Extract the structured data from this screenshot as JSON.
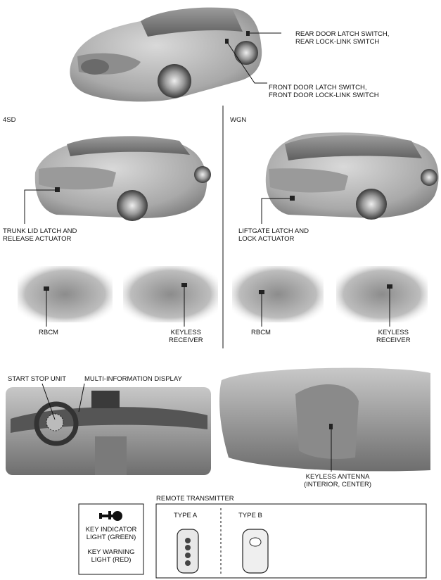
{
  "labels": {
    "rear_door": [
      "REAR DOOR LATCH SWITCH,",
      "REAR LOCK-LINK SWITCH"
    ],
    "front_door": [
      "FRONT DOOR LATCH SWITCH,",
      "FRONT DOOR LOCK-LINK SWITCH"
    ],
    "sd4": "4SD",
    "wgn": "WGN",
    "trunk": [
      "TRUNK LID LATCH AND",
      "RELEASE ACTUATOR"
    ],
    "liftgate": [
      "LIFTGATE LATCH AND",
      "LOCK ACTUATOR"
    ],
    "rbcm_left": "RBCM",
    "keyless_left": [
      "KEYLESS",
      "RECEIVER"
    ],
    "rbcm_right": "RBCM",
    "keyless_right": [
      "KEYLESS",
      "RECEIVER"
    ],
    "start_stop": "START STOP UNIT",
    "multi_info": "MULTI-INFORMATION DISPLAY",
    "antenna": [
      "KEYLESS ANTENNA",
      "(INTERIOR, CENTER)"
    ],
    "remote_title": "REMOTE TRANSMITTER",
    "type_a": "TYPE A",
    "type_b": "TYPE B",
    "key_indicator": [
      "KEY INDICATOR",
      "LIGHT (GREEN)"
    ],
    "key_warning": [
      "KEY WARNING",
      "LIGHT (RED)"
    ]
  },
  "icons": {
    "key_indicator": "key-indicator-icon"
  }
}
